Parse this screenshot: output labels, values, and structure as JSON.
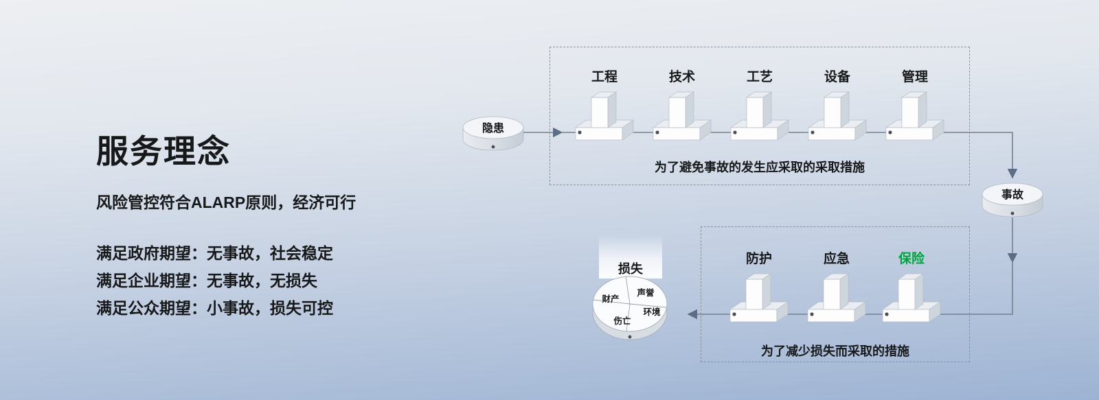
{
  "left_panel": {
    "title": "服务理念",
    "subtitle": "风险管控符合ALARP原则，经济可行",
    "expectations": [
      "满足政府期望：无事故，社会稳定",
      "满足企业期望：无事故，无损失",
      "满足公众期望：小事故，损失可控"
    ]
  },
  "diagram": {
    "hazard_label": "隐患",
    "accident_label": "事故",
    "prevention_box": {
      "barriers": [
        "工程",
        "技术",
        "工艺",
        "设备",
        "管理"
      ],
      "caption": "为了避免事故的发生应采取的采取措施"
    },
    "mitigation_box": {
      "barriers": [
        "防护",
        "应急",
        "保险"
      ],
      "caption": "为了减少损失而采取的措施"
    },
    "loss_node": {
      "title": "损失",
      "segments": [
        "财产",
        "声誉",
        "伤亡",
        "环境"
      ]
    }
  },
  "colors": {
    "accent_green": "#00a33e",
    "arrow": "#5c6e86"
  }
}
